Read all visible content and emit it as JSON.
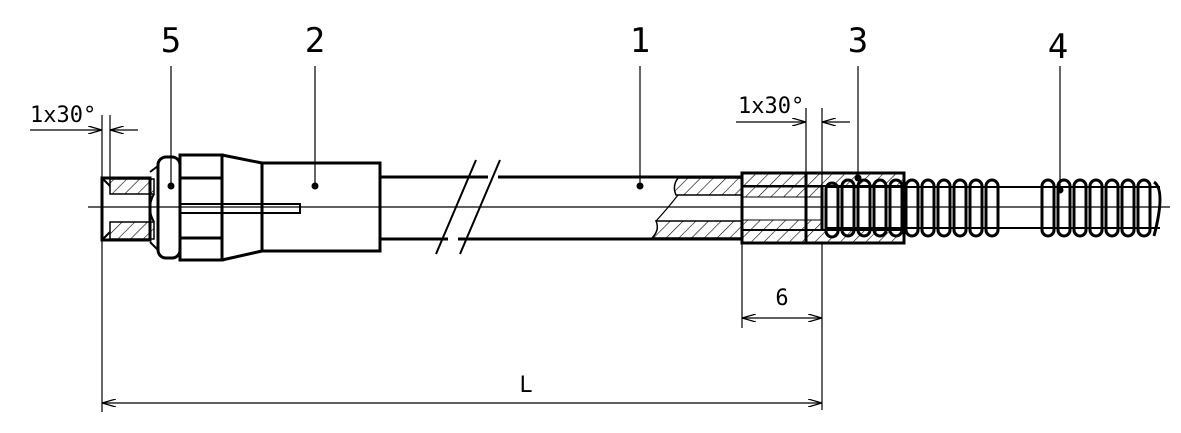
{
  "part_labels": {
    "p1": "1",
    "p2": "2",
    "p3": "3",
    "p4": "4",
    "p5": "5"
  },
  "dimensions": {
    "chamfer_left": "1x30°",
    "chamfer_right": "1x30°",
    "socket_length": "6",
    "overall_length": "L"
  }
}
